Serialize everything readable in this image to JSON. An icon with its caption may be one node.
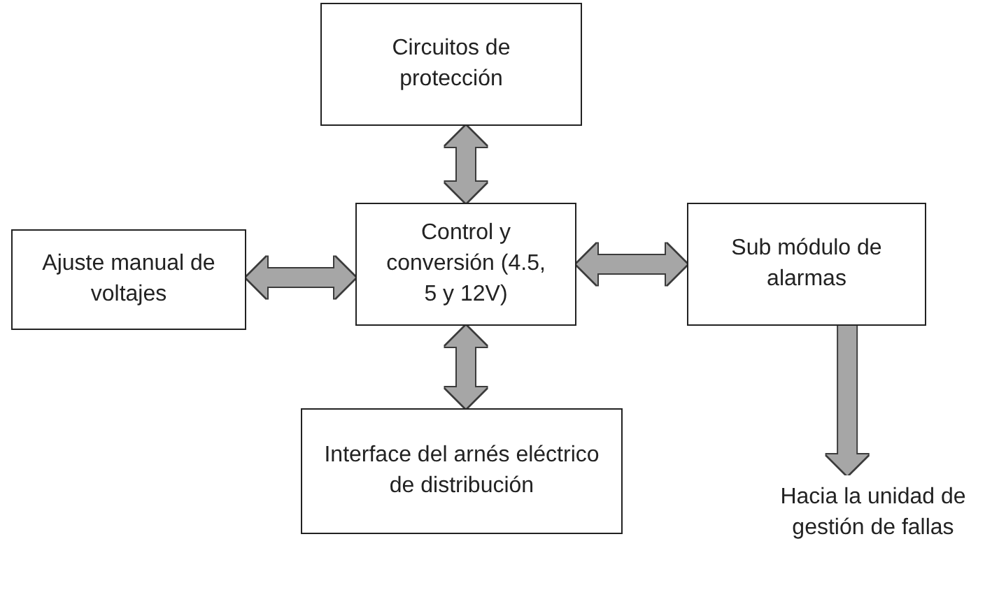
{
  "diagram": {
    "nodes": [
      {
        "text": [
          "Circuitos de protección"
        ]
      },
      {
        "text": [
          "Control y conversión (4.5, 5 y 12V)"
        ]
      },
      {
        "text": [
          "Ajuste manual de voltajes"
        ]
      },
      {
        "text": [
          "Sub módulo de alarmas"
        ]
      },
      {
        "text": [
          "Interface del arnés eléctrico de distribución"
        ]
      },
      {
        "text": [
          "Hacia la unidad de gestión de fallas"
        ]
      }
    ],
    "edges": [
      {
        "from": 0,
        "to": 1,
        "arrow": "both"
      },
      {
        "from": 2,
        "to": 1,
        "arrow": "both"
      },
      {
        "from": 1,
        "to": 3,
        "arrow": "both"
      },
      {
        "from": 1,
        "to": 4,
        "arrow": "both"
      },
      {
        "from": 3,
        "to": 5,
        "arrow": "to"
      }
    ]
  }
}
